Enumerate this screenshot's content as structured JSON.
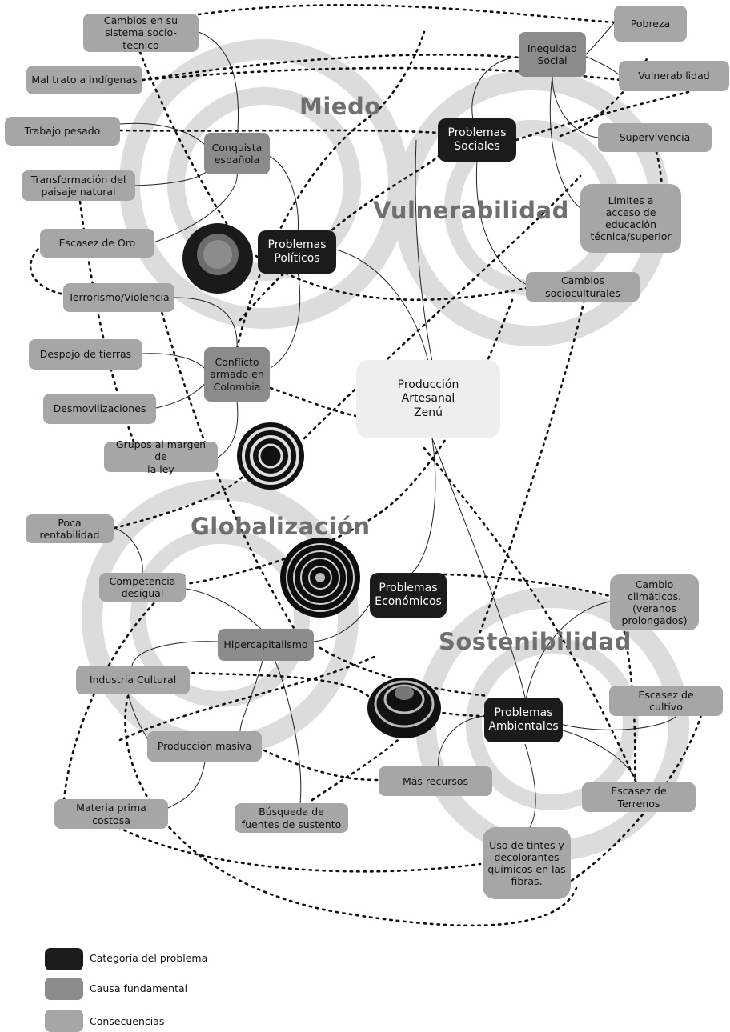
{
  "zones": {
    "miedo": "Miedo",
    "vulnerabilidad": "Vulnerabilidad",
    "globalizacion": "Globalización",
    "sostenibilidad": "Sostenibilidad"
  },
  "center": "Producción\nArtesanal\nZenú",
  "categories": {
    "politicos": "Problemas\nPolíticos",
    "sociales": "Problemas\nSociales",
    "economicos": "Problemas\nEconómicos",
    "ambientales": "Problemas\nAmbientales"
  },
  "causes": {
    "conquista": "Conquista\nespañola",
    "conflicto": "Conflicto\narmado en\nColombia",
    "inequidad": "Inequidad\nSocial",
    "hipercapitalismo": "Hipercapitalismo"
  },
  "consequences": {
    "cambios_socio_tecnico": "Cambios en su\nsistema socio-tecnico",
    "mal_trato": "Mal trato a indígenas",
    "trabajo_pesado": "Trabajo pesado",
    "transformacion_paisaje": "Transformación del\npaisaje natural",
    "escasez_oro": "Escasez de Oro",
    "terrorismo": "Terrorismo/Violencia",
    "despojo": "Despojo de tierras",
    "desmovilizaciones": "Desmovilizaciones",
    "grupos_margen": "Grupos al margen de\nla ley",
    "pobreza": "Pobreza",
    "vulnerabilidad": "Vulnerabilidad",
    "supervivencia": "Supervivencia",
    "limites_educacion": "Límites a\nacceso de\neducación\ntécnica/superior",
    "cambios_socioculturales": "Cambios\nsocioculturales",
    "poca_rentabilidad": "Poca\nrentabilidad",
    "competencia": "Competencia\ndesigual",
    "industria_cultural": "Industria Cultural",
    "produccion_masiva": "Producción masiva",
    "materia_prima": "Materia prima\ncostosa",
    "busqueda_fuentes": "Búsqueda de\nfuentes de sustento",
    "mas_recursos": "Más recursos",
    "cambio_climatico": "Cambio\nclimáticos.\n(veranos\nprolongados)",
    "escasez_cultivo": "Escasez de\ncultivo",
    "escasez_terrenos": "Escasez de\nTerrenos",
    "uso_tintes": "Uso de tintes y\ndecolorantes\nquímicos en las\nfibras."
  },
  "legend": {
    "categoria": "Categoría del problema",
    "causa": "Causa fundamental",
    "consecuencias": "Consecuencias"
  },
  "colors": {
    "category": "#1b1b1b",
    "cause": "#8b8b8b",
    "consequence": "#a6a6a6",
    "rings": "#dcdcdc",
    "zone_text": "#6f6f6f"
  }
}
